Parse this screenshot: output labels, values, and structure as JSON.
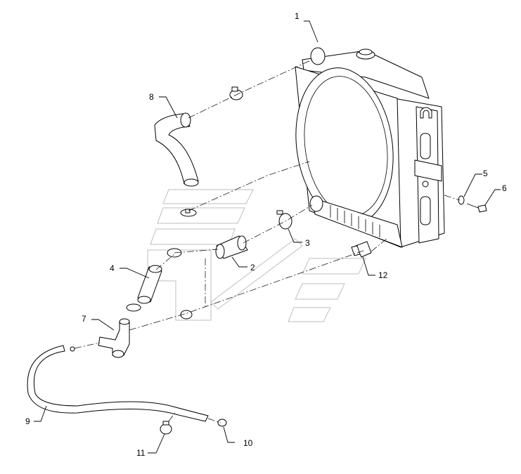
{
  "diagram": {
    "callouts": [
      {
        "id": "1",
        "label": "1"
      },
      {
        "id": "2",
        "label": "2"
      },
      {
        "id": "3",
        "label": "3"
      },
      {
        "id": "4",
        "label": "4"
      },
      {
        "id": "5",
        "label": "5"
      },
      {
        "id": "6",
        "label": "6"
      },
      {
        "id": "7",
        "label": "7"
      },
      {
        "id": "8",
        "label": "8"
      },
      {
        "id": "9",
        "label": "9"
      },
      {
        "id": "10",
        "label": "10"
      },
      {
        "id": "11",
        "label": "11"
      },
      {
        "id": "12",
        "label": "12"
      }
    ],
    "colors": {
      "line": "#000000",
      "watermark": "#c9c9c9",
      "background": "#ffffff"
    }
  }
}
